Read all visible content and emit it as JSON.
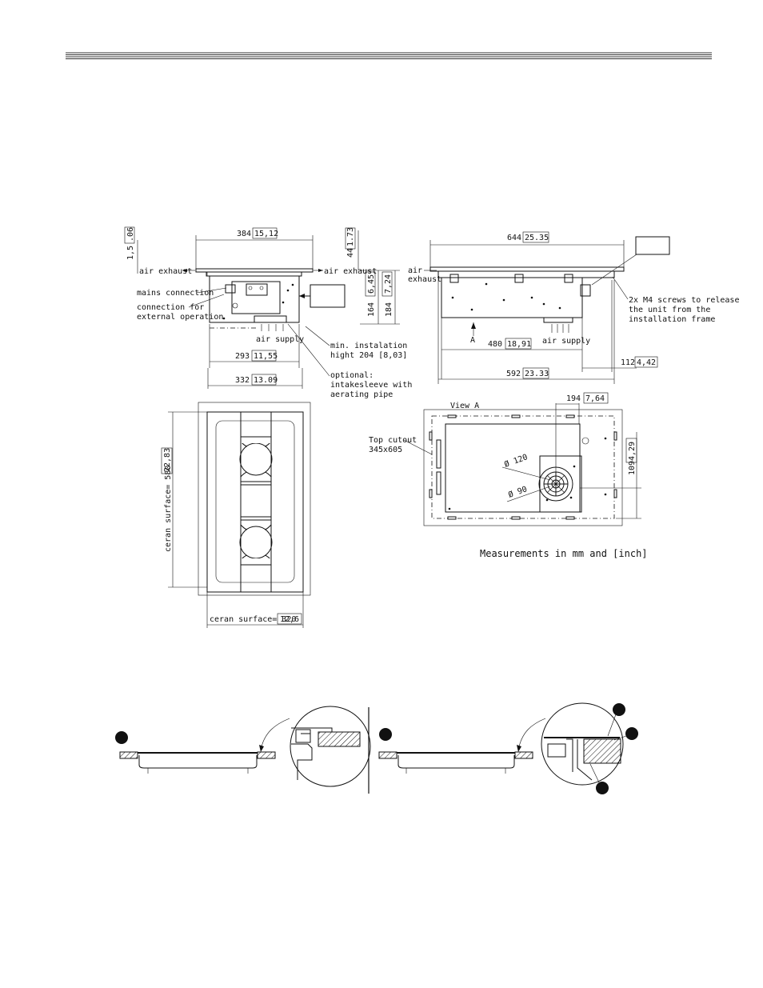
{
  "side_view": {
    "dim_width_top": "384",
    "dim_width_top_in": "15,12",
    "dim_left_thk": "1,5",
    "dim_left_thk_in": ".06",
    "dim_top_h": "44",
    "dim_top_h_in": "1.73",
    "dim_body_h": "164",
    "dim_body_h_in": "6,45",
    "dim_total_h": "184",
    "dim_total_h_in": "7,24",
    "dim_293": "293",
    "dim_293_in": "11,55",
    "dim_332": "332",
    "dim_332_in": "13.09",
    "air_exhaust_left": "air exhaust",
    "air_exhaust_right": "air exhaust",
    "mains_connection": "mains connection",
    "ext_op_1": "connection for",
    "ext_op_2": "external operation",
    "air_supply": "air supply",
    "min_install_1": "min. instalation",
    "min_install_2": "hight 204 [8,03]",
    "optional_1": "optional:",
    "optional_2": "intakesleeve with",
    "optional_3": "aerating pipe"
  },
  "front_view": {
    "dim_644": "644",
    "dim_644_in": "25.35",
    "air_exhaust_1": "air",
    "air_exhaust_2": "exhaust",
    "screws_1": "2x M4 screws to release",
    "screws_2": "the unit from the",
    "screws_3": "installation frame",
    "label_a": "A",
    "dim_480": "480",
    "dim_480_in": "18,91",
    "air_supply": "air supply",
    "dim_112": "112",
    "dim_112_in": "4,42",
    "dim_592": "592",
    "dim_592_in": "23.33"
  },
  "top_view": {
    "ceran_580": "ceran surface= 580",
    "ceran_580_in": "22,83",
    "ceran_320": "ceran surface= 320",
    "ceran_320_in": "12,6"
  },
  "view_a": {
    "title": "View A",
    "dim_194": "194",
    "dim_194_in": "7,64",
    "top_cutout_1": "Top cutout",
    "top_cutout_2": "345x605",
    "dia_120": "Ø 120",
    "dia_90": "Ø 90",
    "dim_109": "109",
    "dim_109_in": "4,29"
  },
  "measurements_note": "Measurements in mm and [inch]"
}
